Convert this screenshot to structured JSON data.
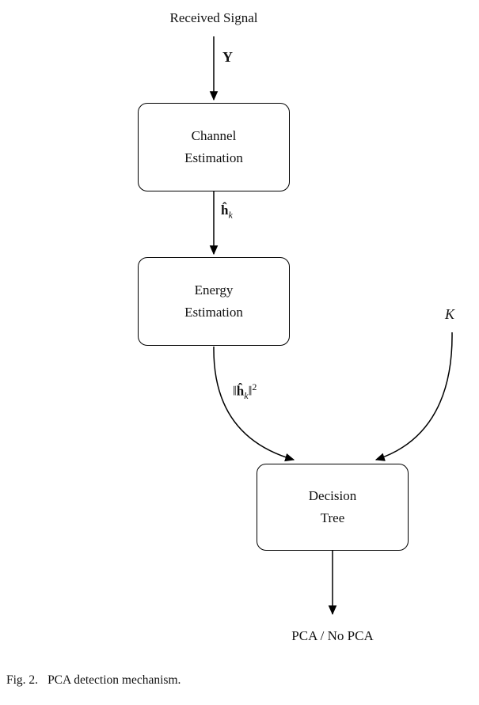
{
  "figure": {
    "top_label": "Received Signal",
    "output_label": "PCA / No PCA",
    "caption_label": "Fig. 2.",
    "caption_text": "PCA detection mechanism."
  },
  "nodes": {
    "channel": {
      "line1": "Channel",
      "line2": "Estimation"
    },
    "energy": {
      "line1": "Energy",
      "line2": "Estimation"
    },
    "decision": {
      "line1": "Decision",
      "line2": "Tree"
    }
  },
  "edge_labels": {
    "received_signal": "Y",
    "h_hat": "ĥ",
    "h_hat_sub": "k",
    "norm_open": "‖",
    "norm_h": "ĥ",
    "norm_sub": "k",
    "norm_close": "‖",
    "norm_sup": "2",
    "num_users": "K"
  },
  "colors": {
    "stroke": "#000000",
    "background": "#ffffff"
  }
}
